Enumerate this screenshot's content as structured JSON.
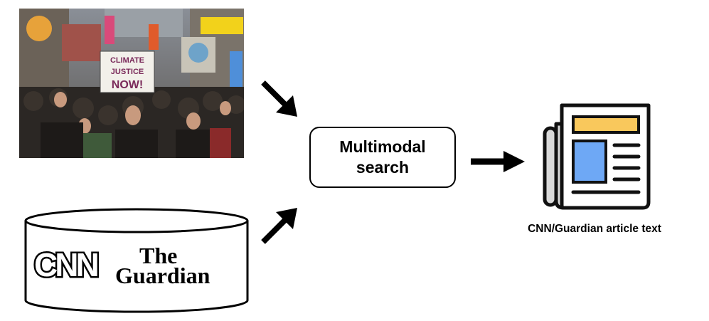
{
  "photo": {
    "sign_lines": [
      "CLIMATE",
      "JUSTICE",
      "NOW!"
    ]
  },
  "database": {
    "logo_cnn": "CNN",
    "logo_guardian_line1": "The",
    "logo_guardian_line2": "Guardian"
  },
  "process": {
    "line1": "Multimodal",
    "line2": "search"
  },
  "output": {
    "label": "CNN/Guardian article text"
  },
  "colors": {
    "newspaper_header": "#f9c85c",
    "newspaper_image": "#6ea8f5",
    "newspaper_outline": "#111111",
    "newspaper_back": "#d9d9d9"
  }
}
